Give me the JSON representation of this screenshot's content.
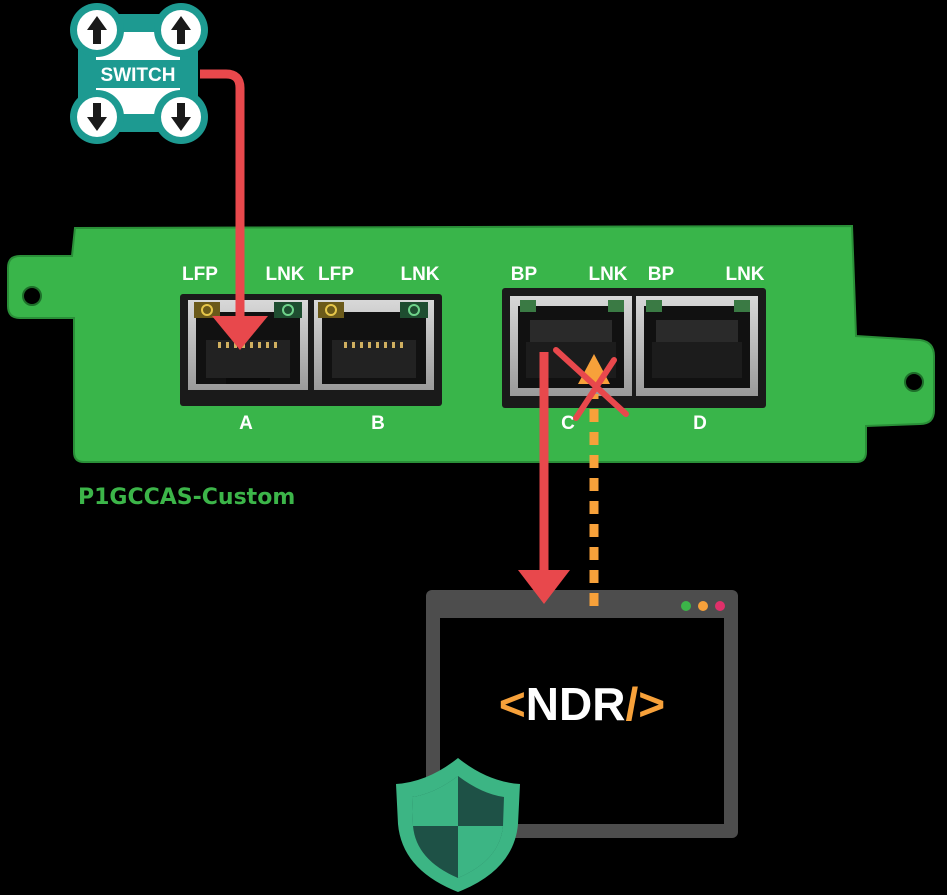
{
  "switch": {
    "label": "SWITCH"
  },
  "card": {
    "product_name": "P1GCCAS-Custom",
    "group_left": {
      "labels": [
        "LFP",
        "LNK",
        "LFP",
        "LNK"
      ],
      "ports": [
        "A",
        "B"
      ]
    },
    "group_right": {
      "labels": [
        "BP",
        "LNK",
        "BP",
        "LNK"
      ],
      "ports": [
        "C",
        "D"
      ]
    }
  },
  "monitor": {
    "lt": "<",
    "name": "NDR",
    "slash": "/",
    "gt": ">"
  },
  "colors": {
    "card_green": "#39b54a",
    "teal": "#1d9a91",
    "red_arrow": "#e8484c",
    "orange_dash": "#f7a13a",
    "window_dark": "#4d4d4d",
    "shield_green": "#3cb584",
    "shield_dark": "#1e5146"
  }
}
